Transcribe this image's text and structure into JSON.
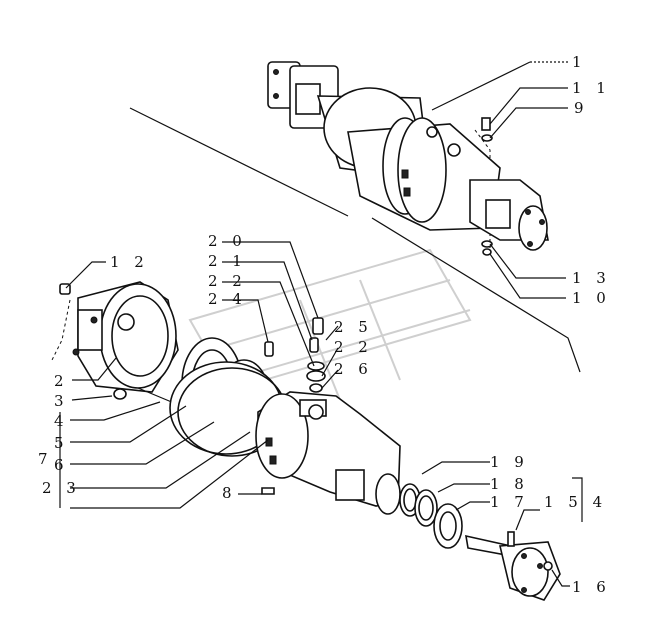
{
  "callouts": [
    {
      "id": "c1",
      "text": "1"
    },
    {
      "id": "c11",
      "text": "1 1"
    },
    {
      "id": "c9",
      "text": "9"
    },
    {
      "id": "c13",
      "text": "1 3"
    },
    {
      "id": "c10",
      "text": "1 0"
    },
    {
      "id": "c12",
      "text": "1 2"
    },
    {
      "id": "c20",
      "text": "2 0"
    },
    {
      "id": "c21",
      "text": "2 1"
    },
    {
      "id": "c22a",
      "text": "2 2"
    },
    {
      "id": "c24",
      "text": "2 4"
    },
    {
      "id": "c25",
      "text": "2 5"
    },
    {
      "id": "c22b",
      "text": "2 2"
    },
    {
      "id": "c26",
      "text": "2 6"
    },
    {
      "id": "c2",
      "text": "2"
    },
    {
      "id": "c3",
      "text": "3"
    },
    {
      "id": "c4",
      "text": "4"
    },
    {
      "id": "c7",
      "text": "7"
    },
    {
      "id": "c5",
      "text": "5"
    },
    {
      "id": "c6",
      "text": "6"
    },
    {
      "id": "c23",
      "text": "2 3"
    },
    {
      "id": "c8",
      "text": "8"
    },
    {
      "id": "c19",
      "text": "1 9"
    },
    {
      "id": "c18",
      "text": "1 8"
    },
    {
      "id": "c17",
      "text": "1 7"
    },
    {
      "id": "c154",
      "text": "1 5 4"
    },
    {
      "id": "c16",
      "text": "1 6"
    }
  ]
}
